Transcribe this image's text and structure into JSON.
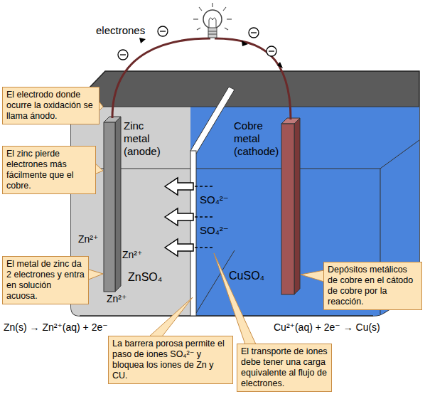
{
  "diagram": {
    "nodes": [
      {
        "text": [
          "El electrodo donde ocurre la oxidación se llama ánodo."
        ]
      },
      {
        "text": [
          "El zinc pierde electrones más fácilmente que el cobre."
        ]
      },
      {
        "text": [
          "El metal de zinc da 2 electrones y entra en solución acuosa."
        ]
      },
      {
        "text": [
          "Depósitos metálicos de cobre en el cátodo de cobre por la reacción."
        ]
      },
      {
        "text": [
          "La barrera porosa permite el paso de iones SO₄²⁻ y bloquea los iones de Zn y CU."
        ]
      },
      {
        "text": [
          "El transporte de iones debe tener una carga equivalente al flujo de electrones."
        ]
      }
    ],
    "labels": [
      "electrones",
      "Zinc metal (anode)",
      "Cobre metal (cathode)",
      "SO₄²⁻",
      "SO₄²⁻",
      "Zn²⁺",
      "Zn²⁺",
      "Zn²⁺",
      "ZnSO₄",
      "CuSO₄",
      "Zn(s) → Zn²⁺(aq) + 2e⁻",
      "Cu²⁺(aq) + 2e⁻ → Cu(s)"
    ]
  }
}
